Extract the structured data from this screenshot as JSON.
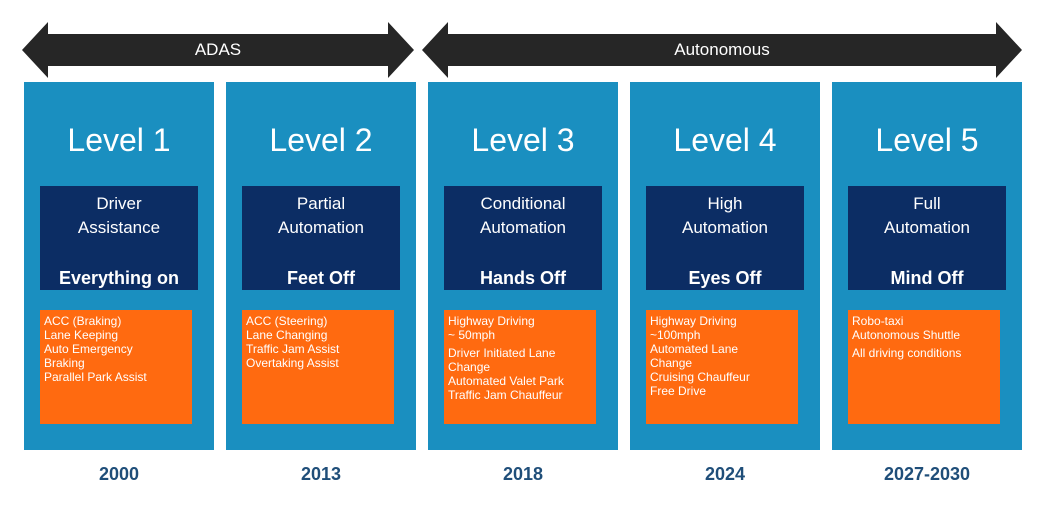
{
  "colors": {
    "arrow": "#262626",
    "column": "#1a8fc0",
    "box": "#0c2d64",
    "orange": "#ff6a10",
    "year": "#1f4e79"
  },
  "arrows": {
    "adas": "ADAS",
    "autonomous": "Autonomous"
  },
  "levels": [
    {
      "title": "Level 1",
      "name": "Driver\nAssistance",
      "tag": "Everything on",
      "features": [
        "ACC (Braking)",
        "Lane Keeping",
        "Auto Emergency",
        "Braking",
        "Parallel Park Assist"
      ],
      "year": "2000"
    },
    {
      "title": "Level 2",
      "name": "Partial\nAutomation",
      "tag": "Feet Off",
      "features": [
        "ACC (Steering)",
        "Lane Changing",
        "Traffic Jam Assist",
        "Overtaking Assist"
      ],
      "year": "2013"
    },
    {
      "title": "Level 3",
      "name": "Conditional\nAutomation",
      "tag": "Hands Off",
      "features": [
        "Highway Driving",
        "~ 50mph",
        "Driver Initiated Lane",
        "Change",
        "Automated Valet Park",
        "Traffic Jam Chauffeur"
      ],
      "year": "2018"
    },
    {
      "title": "Level 4",
      "name": "High\nAutomation",
      "tag": "Eyes Off",
      "features": [
        "Highway Driving",
        "~100mph",
        "Automated Lane",
        "Change",
        "Cruising Chauffeur",
        "Free Drive"
      ],
      "year": "2024"
    },
    {
      "title": "Level 5",
      "name": "Full\nAutomation",
      "tag": "Mind Off",
      "features": [
        "Robo-taxi",
        "Autonomous Shuttle",
        "All driving conditions"
      ],
      "year": "2027-2030"
    }
  ]
}
